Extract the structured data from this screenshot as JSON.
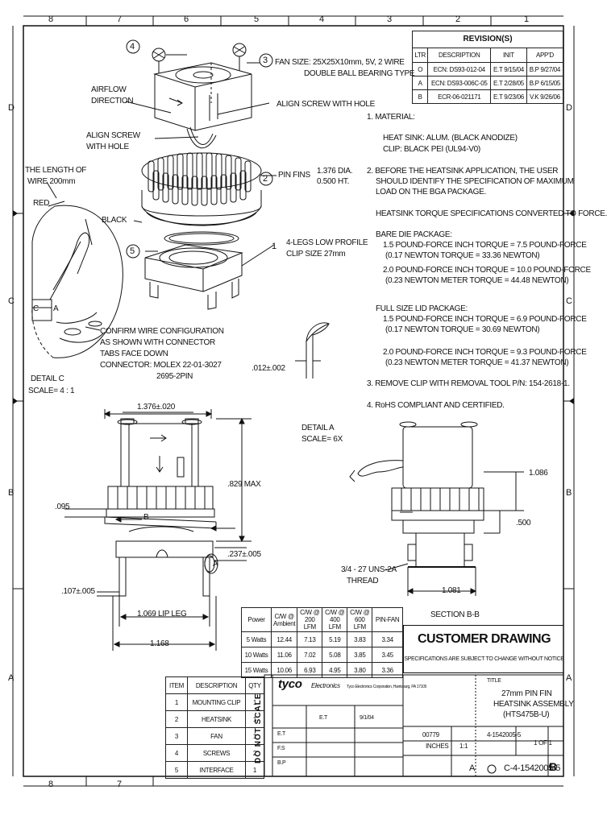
{
  "zones": {
    "top": [
      "8",
      "7",
      "6",
      "5",
      "4",
      "3",
      "2",
      "1"
    ],
    "bottom": [
      "8",
      "7"
    ],
    "left": [
      "D",
      "C",
      "B",
      "A"
    ],
    "right": [
      "D",
      "C",
      "B",
      "A"
    ]
  },
  "revisions": {
    "title": "REVISION(S)",
    "headers": [
      "LTR",
      "DESCRIPTION",
      "INIT",
      "APP'D"
    ],
    "rows": [
      [
        "O",
        "ECN: DS93-012-04",
        "E.T 9/15/04",
        "B.P 9/27/04"
      ],
      [
        "A",
        "ECN: DS93-006C-05",
        "E.T 2/28/05",
        "B.P 6/15/05"
      ],
      [
        "B",
        "ECR-06-021171",
        "E.T 9/23/06",
        "V.K 9/26/06"
      ]
    ]
  },
  "callouts": {
    "c1": "1",
    "c2": "2",
    "c3": "3",
    "c4": "4",
    "c5": "5",
    "fan_size_1": "FAN SIZE: 25X25X10mm, 5V, 2 WIRE",
    "fan_size_2": "DOUBLE BALL BEARING TYPE",
    "airflow_1": "AIRFLOW",
    "airflow_2": "DIRECTION",
    "align_hole_r": "ALIGN SCREW WITH HOLE",
    "align_hole_l1": "ALIGN SCREW",
    "align_hole_l2": "WITH HOLE",
    "wire_len_1": "THE LENGTH OF",
    "wire_len_2": "WIRE 200mm",
    "red": "RED",
    "black": "BLACK",
    "pin_fins": "PIN FINS",
    "dia": "1.376 DIA.",
    "ht": "0.500 HT.",
    "clip_1": "4-LEGS LOW PROFILE",
    "clip_2": "CLIP SIZE 27mm",
    "confirm_1": "CONFIRM WIRE CONFIGURATION",
    "confirm_2": "AS SHOWN WITH CONNECTOR",
    "confirm_3": "TABS FACE DOWN",
    "confirm_4": "CONNECTOR: MOLEX 22-01-3027",
    "confirm_5": "2695-2PIN",
    "detail_c_1": "DETAIL C",
    "detail_c_2": "SCALE= 4 : 1",
    "detail_a_1": "DETAIL A",
    "detail_a_2": "SCALE= 6X",
    "dim_012": ".012±.002",
    "dim_width": "1.376±.020",
    "dim_829": ".829 MAX",
    "dim_095": ".095",
    "dim_237": ".237±.005",
    "dim_107": ".107±.005",
    "dim_1069": "1.069 LIP LEG",
    "dim_1168": "1.168",
    "dim_1086": "1.086",
    "dim_500": ".500",
    "dim_1081": "1.081",
    "thread_1": "3/4 - 27 UNS-2A",
    "thread_2": "THREAD",
    "section_bb": "SECTION B-B",
    "label_a": "A",
    "label_b": "B",
    "label_c": "C"
  },
  "notes": [
    "1. MATERIAL:",
    "HEAT SINK: ALUM. (BLACK ANODIZE)",
    "CLIP:          BLACK PEI (UL94-V0)",
    "2. BEFORE THE HEATSINK APPLICATION, THE USER",
    "SHOULD IDENTIFY THE SPECIFICATION OF MAXIMUM",
    "LOAD ON THE BGA PACKAGE.",
    "HEATSINK TORQUE SPECIFICATIONS CONVERTED TO FORCE.",
    "BARE DIE PACKAGE:",
    "1.5 POUND-FORCE INCH TORQUE = 7.5 POUND-FORCE",
    "(0.17 NEWTON TORQUE = 33.36 NEWTON)",
    "2.0 POUND-FORCE INCH TORQUE = 10.0 POUND-FORCE",
    "(0.23 NEWTON METER TORQUE = 44.48 NEWTON)",
    "FULL SIZE LID PACKAGE:",
    "1.5 POUND-FORCE INCH TORQUE = 6.9 POUND-FORCE",
    "(0.17 NEWTON TORQUE = 30.69 NEWTON)",
    "2.0 POUND-FORCE INCH TORQUE = 9.3 POUND-FORCE",
    "(0.23 NEWTON METER TORQUE = 41.37 NEWTON)",
    "3. REMOVE CLIP WITH REMOVAL TOOL P/N: 154-2618-1.",
    "4. RoHS COMPLIANT AND CERTIFIED."
  ],
  "thermal": {
    "headers": [
      "Power",
      "C/W @ Ambient",
      "C/W @ 200 LFM",
      "C/W @ 400 LFM",
      "C/W @ 600 LFM",
      "PIN-FAN"
    ],
    "rows": [
      [
        "5 Watts",
        "12.44",
        "7.13",
        "5.19",
        "3.83",
        "3.34"
      ],
      [
        "10 Watts",
        "11.06",
        "7.02",
        "5.08",
        "3.85",
        "3.45"
      ],
      [
        "15 Watts",
        "10.06",
        "6.93",
        "4.95",
        "3.80",
        "3.36"
      ]
    ]
  },
  "customer": {
    "title": "CUSTOMER DRAWING",
    "sub": "SPECIFICATIONS ARE SUBJECT TO CHANGE WITHOUT NOTICE"
  },
  "bom": {
    "headers": [
      "ITEM",
      "DESCRIPTION",
      "QTY"
    ],
    "rows": [
      [
        "1",
        "MOUNTING CLIP",
        "1"
      ],
      [
        "2",
        "HEATSINK",
        "1"
      ],
      [
        "3",
        "FAN",
        "1"
      ],
      [
        "4",
        "SCREWS",
        "2"
      ],
      [
        "5",
        "INTERFACE",
        "1"
      ]
    ]
  },
  "titleblock": {
    "do_not_scale": "DO NOT SCALE",
    "tyco": "tyco",
    "electronics": "Electronics",
    "tyco_addr": "Tyco Electronics Corporation, Harrisburg, PA 17105",
    "title_lbl": "TITLE",
    "title_1": "27mm PIN FIN",
    "title_2": "HEATSINK ASSEMBLY",
    "title_3": "(HTS475B-U)",
    "size": "A",
    "dwg_no": "4-1542005-5",
    "cage": "00779",
    "rev": "B",
    "sheet": "1 OF 1",
    "scale": "1:1",
    "units": "INCHES",
    "ref": "C-4-1542005-5",
    "dr": "E.T",
    "dr_date": "9/1/04",
    "ok": "F.S",
    "appd": "B.P"
  }
}
